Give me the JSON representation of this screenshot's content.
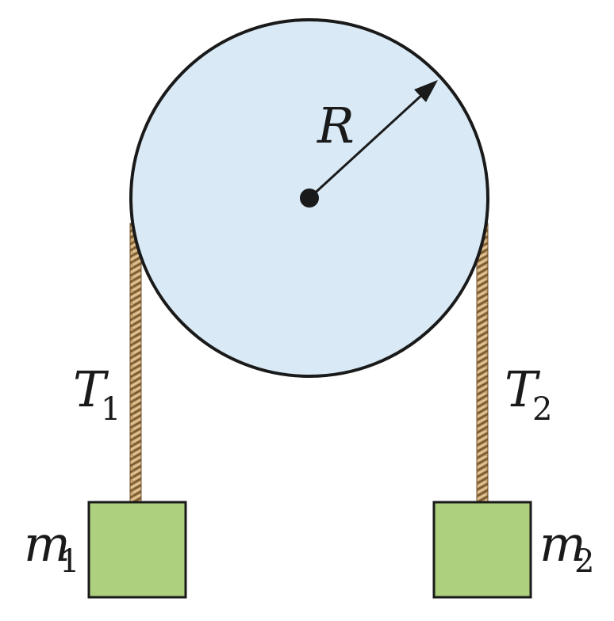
{
  "diagram": {
    "radius_label": "R",
    "tension_left": {
      "symbol": "T",
      "subscript": "1"
    },
    "tension_right": {
      "symbol": "T",
      "subscript": "2"
    },
    "mass_left": {
      "symbol": "m",
      "subscript": "1"
    },
    "mass_right": {
      "symbol": "m",
      "subscript": "2"
    }
  },
  "colors": {
    "pulley_fill": "#d9eaf6",
    "outline": "#1a1a1a",
    "rope_base": "#c8a36e",
    "rope_shadow": "#7a5a32",
    "mass_fill": "#acd07e"
  }
}
